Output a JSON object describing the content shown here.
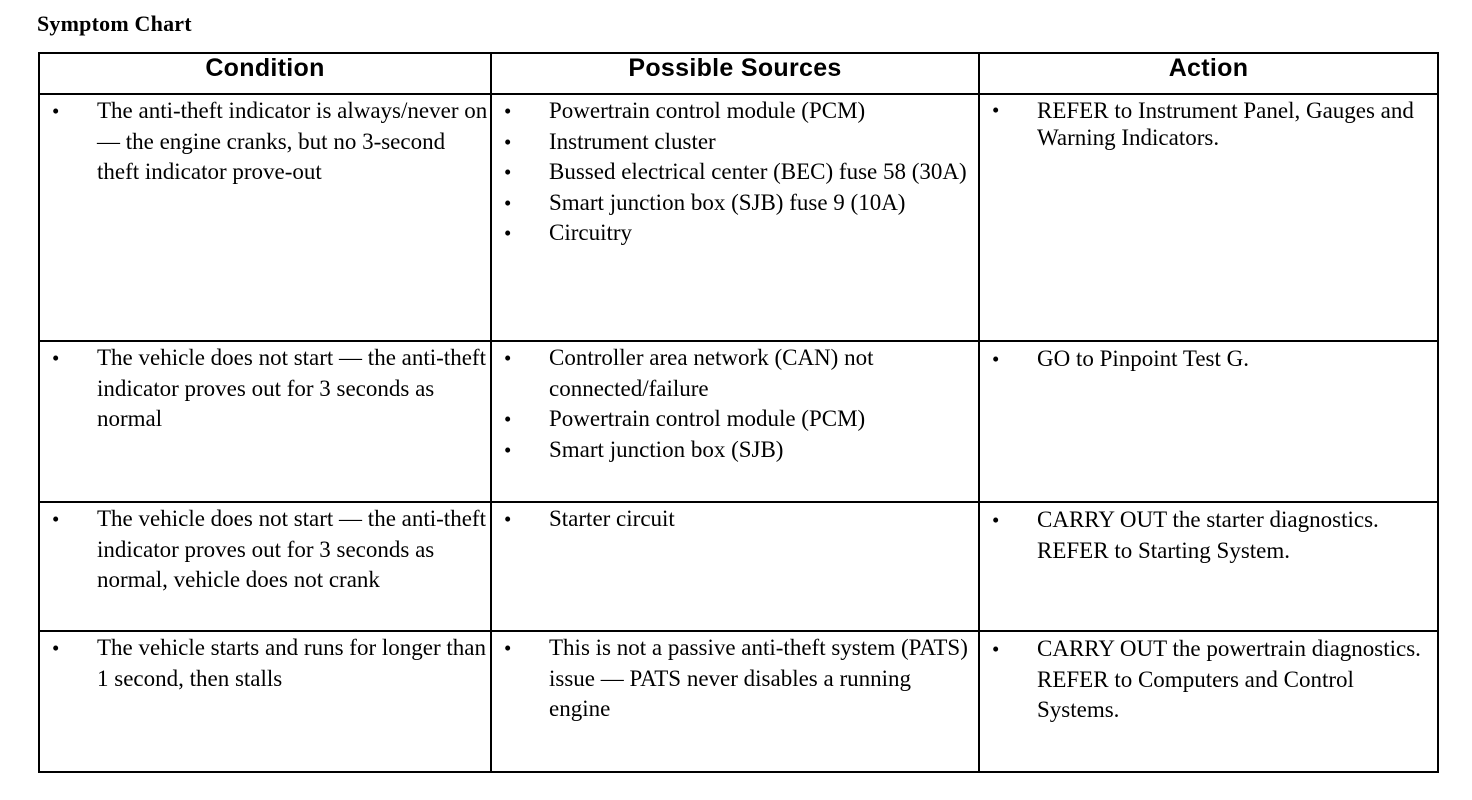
{
  "document": {
    "title": "Symptom Chart"
  },
  "table": {
    "headers": [
      {
        "label": "Condition"
      },
      {
        "label": "Possible Sources"
      },
      {
        "label": "Action"
      }
    ],
    "rows": [
      {
        "condition": [
          "The anti-theft indicator is always/never on — the engine cranks, but no 3-second theft indicator prove-out"
        ],
        "sources": [
          "Powertrain control module (PCM)",
          "Instrument cluster",
          "Bussed electrical center (BEC) fuse 58 (30A)",
          "Smart junction box (SJB) fuse 9 (10A)",
          "Circuitry"
        ],
        "action": [
          "REFER to Instrument Panel, Gauges and Warning Indicators."
        ]
      },
      {
        "condition": [
          "The vehicle does not start — the anti-theft indicator proves out for 3 seconds as normal"
        ],
        "sources": [
          "Controller area network (CAN) not connected/failure",
          "Powertrain control module (PCM)",
          "Smart junction box (SJB)"
        ],
        "action": [
          "GO to Pinpoint Test G."
        ]
      },
      {
        "condition": [
          "The vehicle does not start — the anti-theft indicator proves out for 3 seconds as normal, vehicle does not crank"
        ],
        "sources": [
          "Starter circuit"
        ],
        "action": [
          "CARRY OUT the starter diagnostics. REFER to Starting System."
        ]
      },
      {
        "condition": [
          "The vehicle starts and runs for longer than 1 second, then stalls"
        ],
        "sources": [
          "This is not a passive anti-theft system (PATS) issue — PATS never disables a running engine"
        ],
        "action": [
          "CARRY OUT the powertrain diagnostics. REFER to Computers and Control Systems."
        ]
      }
    ]
  },
  "colors": {
    "page_background": "#ffffff",
    "text": "#000000",
    "border": "#000000"
  }
}
